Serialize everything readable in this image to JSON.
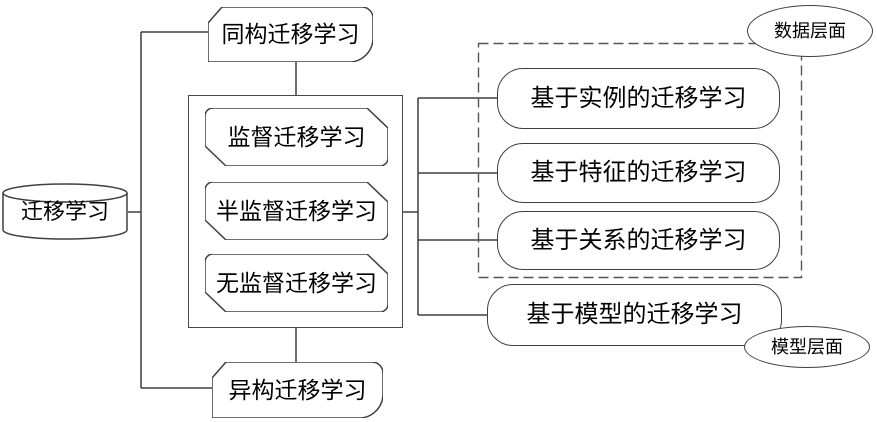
{
  "diagram": {
    "title": "transfer-learning-taxonomy",
    "root": {
      "label": "迁移学习"
    },
    "homogeneous": {
      "label": "同构迁移学习"
    },
    "heterogeneous": {
      "label": "异构迁移学习"
    },
    "supervision_group": [
      {
        "label": "监督迁移学习"
      },
      {
        "label": "半监督迁移学习"
      },
      {
        "label": "无监督迁移学习"
      }
    ],
    "approach_group": [
      {
        "label": "基于实例的迁移学习"
      },
      {
        "label": "基于特征的迁移学习"
      },
      {
        "label": "基于关系的迁移学习"
      },
      {
        "label": "基于模型的迁移学习"
      }
    ],
    "annotations": {
      "data_level": "数据层面",
      "model_level": "模型层面"
    },
    "colors": {
      "background": "#ffffff",
      "stroke": "#3f3f3f",
      "dashed_stroke": "#555555",
      "text": "#000000"
    }
  }
}
